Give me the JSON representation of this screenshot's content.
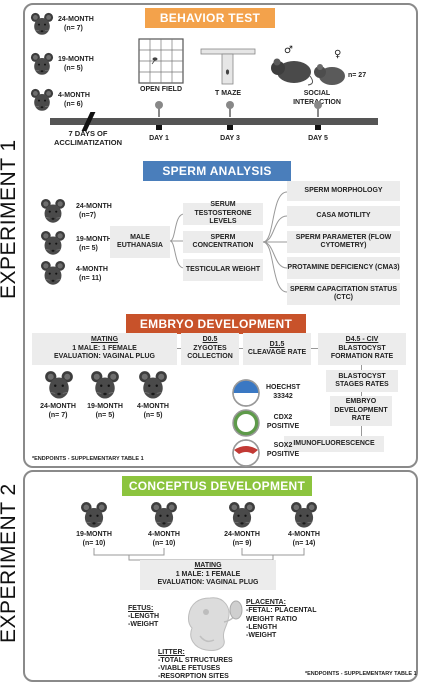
{
  "experiment1": {
    "label": "EXPERIMENT 1",
    "behavior": {
      "title": "BEHAVIOR TEST",
      "color": "#f3a24b",
      "groups": [
        {
          "age": "24-MONTH",
          "n": "(n= 7)"
        },
        {
          "age": "19-MONTH",
          "n": "(n= 5)"
        },
        {
          "age": "4-MONTH",
          "n": "(n= 6)"
        }
      ],
      "tests": [
        "OPEN FIELD",
        "T MAZE",
        "SOCIAL INTERACTION"
      ],
      "social_n": "n= 27",
      "acclimatization": "7 DAYS OF ACCLIMATIZATION",
      "days": [
        "DAY 1",
        "DAY 3",
        "DAY 5"
      ],
      "male_symbol": "♂",
      "female_symbol": "♀"
    },
    "sperm": {
      "title": "SPERM ANALYSIS",
      "color": "#4a7ebb",
      "groups": [
        {
          "age": "24-MONTH",
          "n": "(n=7)"
        },
        {
          "age": "19-MONTH",
          "n": "(n= 5)"
        },
        {
          "age": "4-MONTH",
          "n": "(n= 11)"
        }
      ],
      "euthanasia": "MALE EUTHANASIA",
      "middle": [
        "SERUM TESTOSTERONE LEVELS",
        "SPERM CONCENTRATION",
        "TESTICULAR WEIGHT"
      ],
      "right": [
        "SPERM MORPHOLOGY",
        "CASA MOTILITY",
        "SPERM PARAMETER (FLOW CYTOMETRY)",
        "PROTAMINE DEFICIENCY (CMA3)",
        "SPERM CAPACITATION STATUS (CTC)"
      ]
    },
    "embryo": {
      "title": "EMBRYO DEVELOPMENT",
      "color": "#c8522a",
      "mating_title": "MATING",
      "mating_ratio": "1 MALE: 1 FEMALE",
      "mating_eval": "EVALUATION: VAGINAL PLUG",
      "groups": [
        {
          "age": "24-MONTH",
          "n": "(n= 7)"
        },
        {
          "age": "19-MONTH",
          "n": "(n= 5)"
        },
        {
          "age": "4-MONTH",
          "n": "(n= 5)"
        }
      ],
      "d05_title": "D0.5",
      "d05_text": "ZYGOTES COLLECTION",
      "d15_title": "D1.5",
      "d15_text": "CLEAVAGE RATE",
      "d45_title": "D4.5 - CIV",
      "d45_text": "BLASTOCYST FORMATION RATE",
      "stages": "BLASTOCYST STAGES RATES",
      "embryo_dev": "EMBRYO DEVELOPMENT RATE",
      "if": "IMUNOFLUORESCENCE",
      "stains": [
        {
          "name": "HOECHST 33342",
          "color": "#3a78c3"
        },
        {
          "name": "CDX2 POSITIVE",
          "color": "#5e9a4a"
        },
        {
          "name": "SOX2 POSITIVE",
          "color": "#c23a35"
        }
      ],
      "note": "*ENDPOINTS - SUPPLEMENTARY TABLE 1"
    }
  },
  "experiment2": {
    "label": "EXPERIMENT 2",
    "conceptus": {
      "title": "CONCEPTUS DEVELOPMENT",
      "color": "#8cc43e",
      "groups": [
        {
          "age": "19-MONTH",
          "n": "(n= 10)"
        },
        {
          "age": "4-MONTH",
          "n": "(n= 10)"
        },
        {
          "age": "24-MONTH",
          "n": "(n= 9)"
        },
        {
          "age": "4-MONTH",
          "n": "(n= 14)"
        }
      ],
      "mating_title": "MATING",
      "mating_ratio": "1 MALE: 1 FEMALE",
      "mating_eval": "EVALUATION: VAGINAL PLUG",
      "fetus_title": "FETUS:",
      "fetus_items": [
        "-LENGTH",
        "-WEIGHT"
      ],
      "placenta_title": "PLACENTA:",
      "placenta_items": [
        "-FETAL: PLACENTAL WEIGHT RATIO",
        "-LENGTH",
        "-WEIGHT"
      ],
      "litter_title": "LITTER:",
      "litter_items": [
        "-TOTAL STRUCTURES",
        "-VIABLE FETUSES",
        "-RESORPTION SITES"
      ],
      "note": "*ENDPOINTS - SUPPLEMENTARY TABLE 1"
    }
  }
}
